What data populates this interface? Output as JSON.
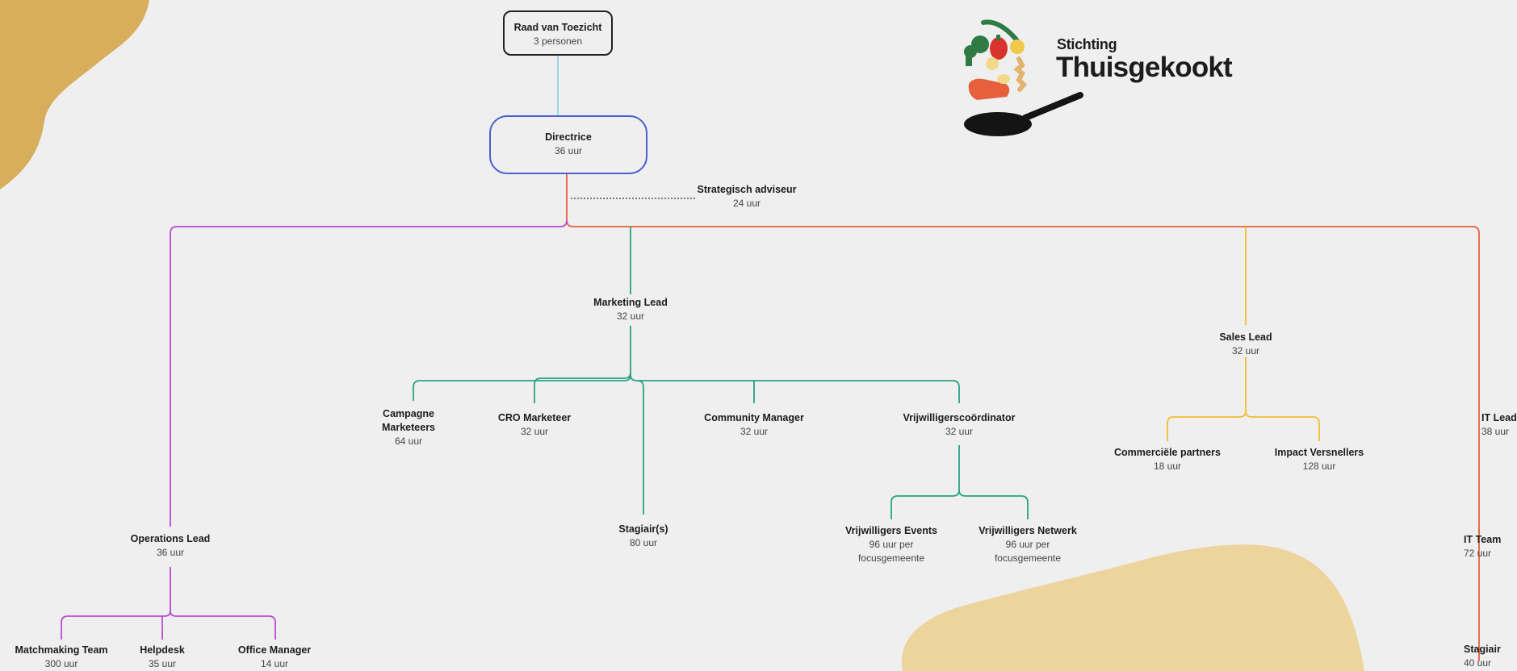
{
  "logo": {
    "line1": "Stichting",
    "line2": "Thuisgekookt"
  },
  "colors": {
    "governance": "#7fd3dc",
    "directrice_border": "#4a5fd0",
    "main_orange": "#e6603c",
    "operations": "#b64ad6",
    "marketing": "#27a382",
    "sales": "#f2bd2e",
    "it": "#e6603c",
    "blob_gold": "#d8ae5c",
    "blob_sand": "#edd49c"
  },
  "nodes": {
    "rvt": {
      "name": "Raad van Toezicht",
      "hours": "3 personen"
    },
    "directrice": {
      "name": "Directrice",
      "hours": "36 uur"
    },
    "advisor": {
      "name": "Strategisch adviseur",
      "hours": "24 uur"
    },
    "marketing_lead": {
      "name": "Marketing Lead",
      "hours": "32 uur"
    },
    "campagne": {
      "name": "Campagne",
      "name2": "Marketeers",
      "hours": "64 uur"
    },
    "cro": {
      "name": "CRO Marketeer",
      "hours": "32 uur"
    },
    "community": {
      "name": "Community Manager",
      "hours": "32 uur"
    },
    "vrijwilligerscoordinator": {
      "name": "Vrijwilligerscoördinator",
      "hours": "32 uur"
    },
    "stagiairs": {
      "name": "Stagiair(s)",
      "hours": "80 uur"
    },
    "vrij_events": {
      "name": "Vrijwilligers Events",
      "hours": "96 uur per",
      "hours2": "focusgemeente"
    },
    "vrij_netwerk": {
      "name": "Vrijwilligers Netwerk",
      "hours": "96 uur per",
      "hours2": "focusgemeente"
    },
    "sales_lead": {
      "name": "Sales Lead",
      "hours": "32 uur"
    },
    "commercial": {
      "name": "Commerciële partners",
      "hours": "18 uur"
    },
    "impact": {
      "name": "Impact Versnellers",
      "hours": "128 uur"
    },
    "it_lead": {
      "name": "IT Lead",
      "hours": "38 uur"
    },
    "it_team": {
      "name": "IT Team",
      "hours": "72 uur"
    },
    "it_stagiair": {
      "name": "Stagiair",
      "hours": "40 uur"
    },
    "operations_lead": {
      "name": "Operations Lead",
      "hours": "36 uur"
    },
    "matchmaking": {
      "name": "Matchmaking Team",
      "hours": "300 uur"
    },
    "helpdesk": {
      "name": "Helpdesk",
      "hours": "35 uur"
    },
    "office_manager": {
      "name": "Office Manager",
      "hours": "14 uur"
    }
  }
}
